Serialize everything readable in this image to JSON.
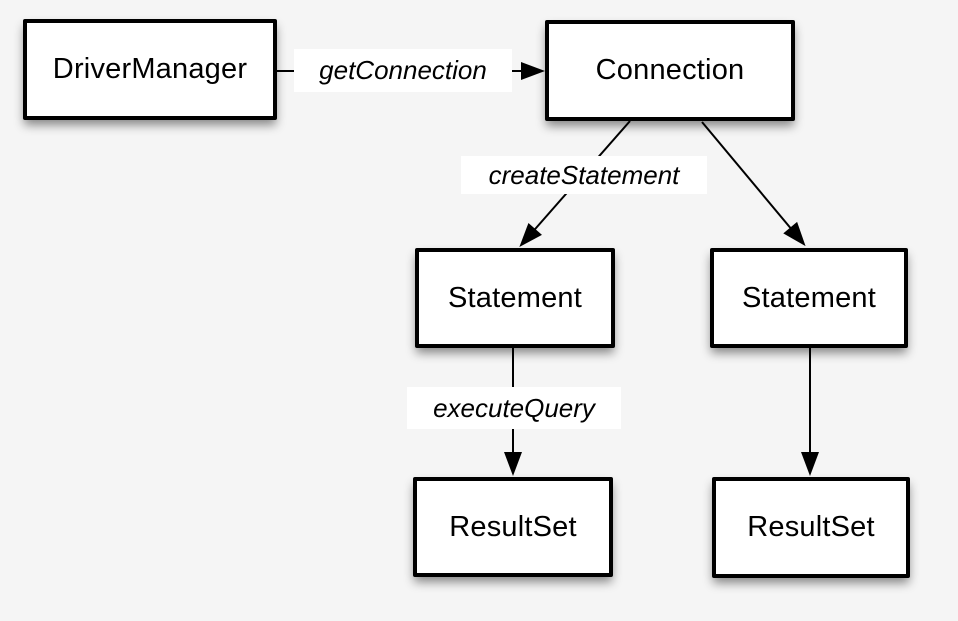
{
  "diagram": {
    "colors": {
      "background": "#f5f5f5",
      "node_fill": "#ffffff",
      "node_border": "#000000",
      "edge_line": "#000000",
      "edge_label_background": "#ffffff"
    },
    "nodes": [
      {
        "id": "driver-manager",
        "label": "DriverManager"
      },
      {
        "id": "connection",
        "label": "Connection"
      },
      {
        "id": "statement-left",
        "label": "Statement"
      },
      {
        "id": "statement-right",
        "label": "Statement"
      },
      {
        "id": "resultset-left",
        "label": "ResultSet"
      },
      {
        "id": "resultset-right",
        "label": "ResultSet"
      }
    ],
    "edge_labels": [
      {
        "id": "get-connection",
        "label": "getConnection"
      },
      {
        "id": "create-statement",
        "label": "createStatement"
      },
      {
        "id": "execute-query",
        "label": "executeQuery"
      }
    ]
  }
}
